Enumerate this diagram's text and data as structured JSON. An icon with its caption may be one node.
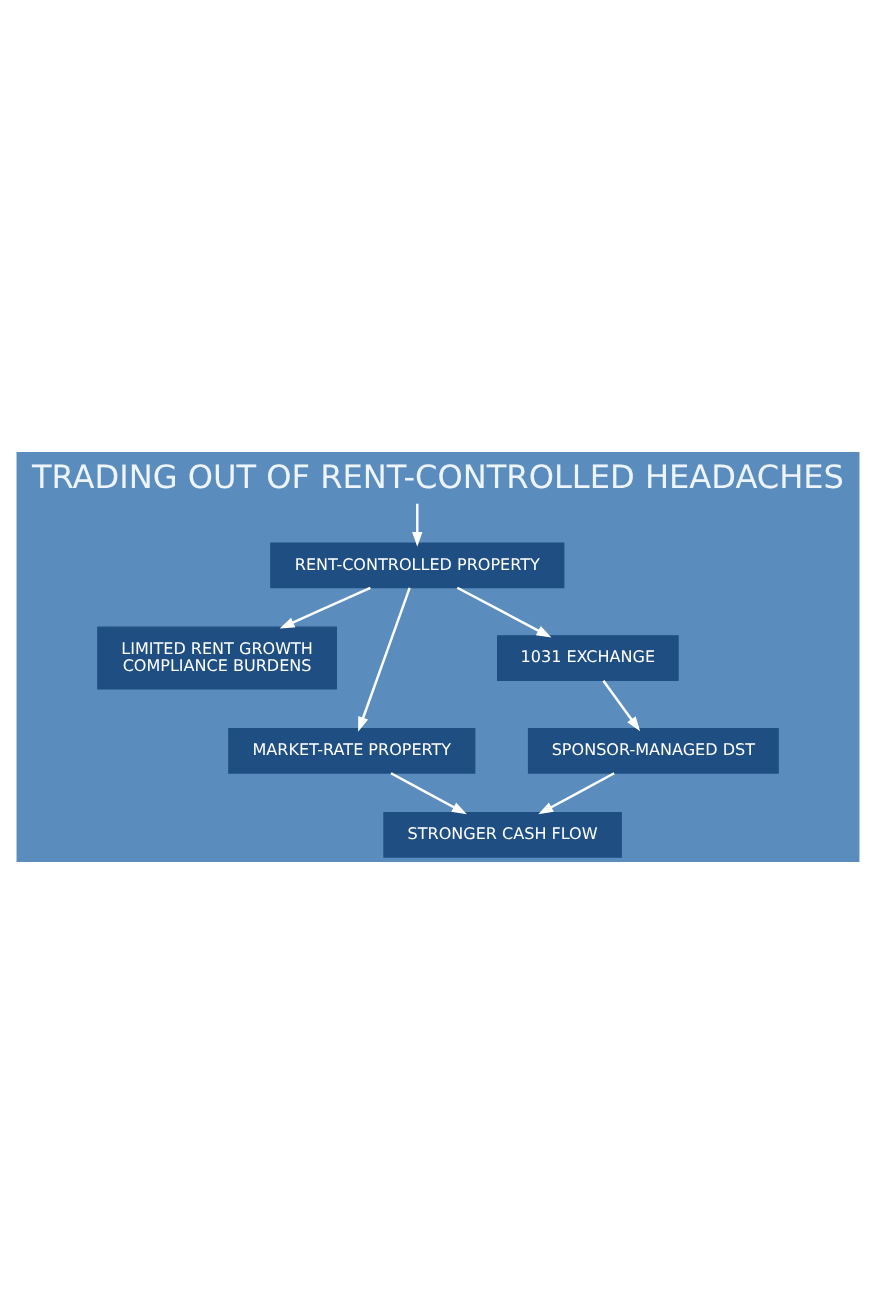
{
  "diagram": {
    "title": "TRADING OUT OF RENT-CONTROLLED HEADACHES",
    "nodes": [
      {
        "text": [
          "RENT-CONTROLLED PROPERTY"
        ]
      },
      {
        "text": [
          "LIMITED RENT GROWTH",
          "COMPLIANCE BURDENS"
        ]
      },
      {
        "text": [
          "1031 EXCHANGE"
        ]
      },
      {
        "text": [
          "MARKET-RATE PROPERTY"
        ]
      },
      {
        "text": [
          "SPONSOR-MANAGED DST"
        ]
      },
      {
        "text": [
          "STRONGER CASH FLOW"
        ]
      }
    ],
    "edges": [
      {
        "from": null,
        "to": 0,
        "arrow": "to"
      },
      {
        "from": 0,
        "to": 1,
        "arrow": "to"
      },
      {
        "from": 0,
        "to": 2,
        "arrow": "to"
      },
      {
        "from": 0,
        "to": 3,
        "arrow": "to"
      },
      {
        "from": 2,
        "to": 4,
        "arrow": "to"
      },
      {
        "from": 3,
        "to": 5,
        "arrow": "to"
      },
      {
        "from": 4,
        "to": 5,
        "arrow": "to"
      }
    ]
  }
}
